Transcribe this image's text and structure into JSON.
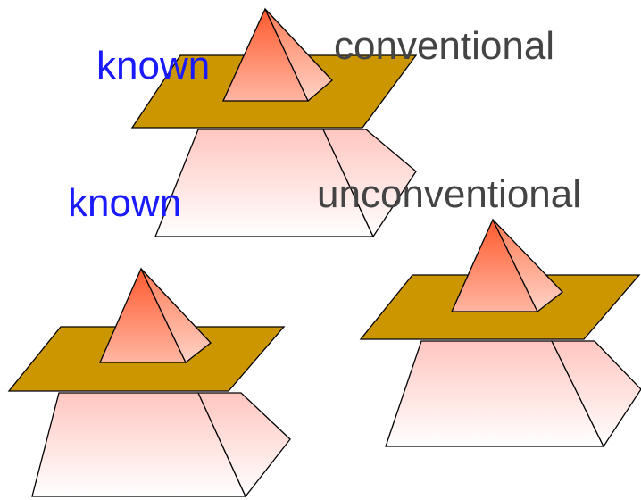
{
  "labels": {
    "top_left": "known",
    "top_right": "conventional",
    "middle_left": "known",
    "middle_right": "unconventional"
  },
  "colors": {
    "label_known": "#1a1aff",
    "label_conventional": "#444444",
    "plane_fill": "#cc9600",
    "pyramid_top": "#ff5a2e",
    "pyramid_bottom": "#ffd9cf",
    "frustum_top": "#ffc6c0",
    "frustum_bottom": "#ffffff"
  }
}
